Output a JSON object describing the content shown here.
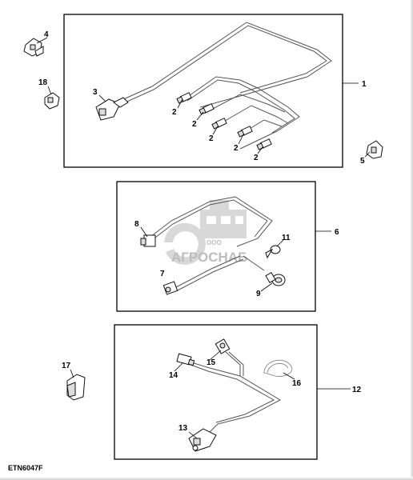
{
  "diagram": {
    "code": "ETN6047F",
    "callouts": {
      "c1": "1",
      "c2a": "2",
      "c2b": "2",
      "c2c": "2",
      "c2d": "2",
      "c2e": "2",
      "c3": "3",
      "c4": "4",
      "c5": "5",
      "c6": "6",
      "c7": "7",
      "c8": "8",
      "c9": "9",
      "c11": "11",
      "c12": "12",
      "c13": "13",
      "c14": "14",
      "c15": "15",
      "c16": "16",
      "c17": "17",
      "c18": "18"
    },
    "watermark": {
      "main": "АГРОСНАБ",
      "small": "ООО"
    },
    "colors": {
      "line": "#000000",
      "wire": "#555555",
      "watermark": "#bdbdbd"
    }
  }
}
